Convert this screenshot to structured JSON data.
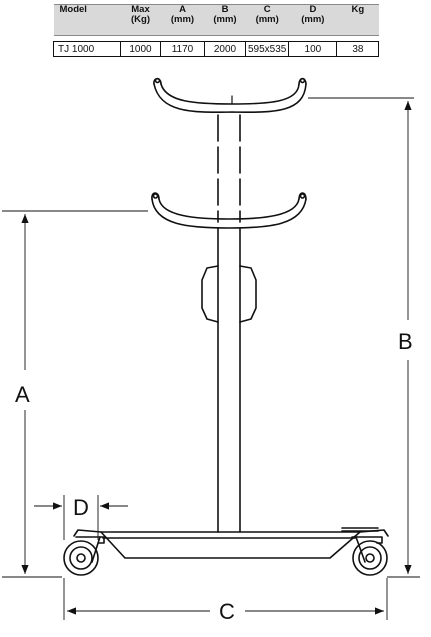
{
  "table": {
    "headers": [
      "Model",
      "Max\n(Kg)",
      "A\n(mm)",
      "B\n(mm)",
      "C\n(mm)",
      "D\n(mm)",
      "Kg"
    ],
    "rows": [
      [
        "TJ 1000",
        "1000",
        "1170",
        "2000",
        "595x535",
        "100",
        "38"
      ]
    ]
  },
  "dimensions": {
    "a": "A",
    "b": "B",
    "c": "C",
    "d": "D"
  }
}
